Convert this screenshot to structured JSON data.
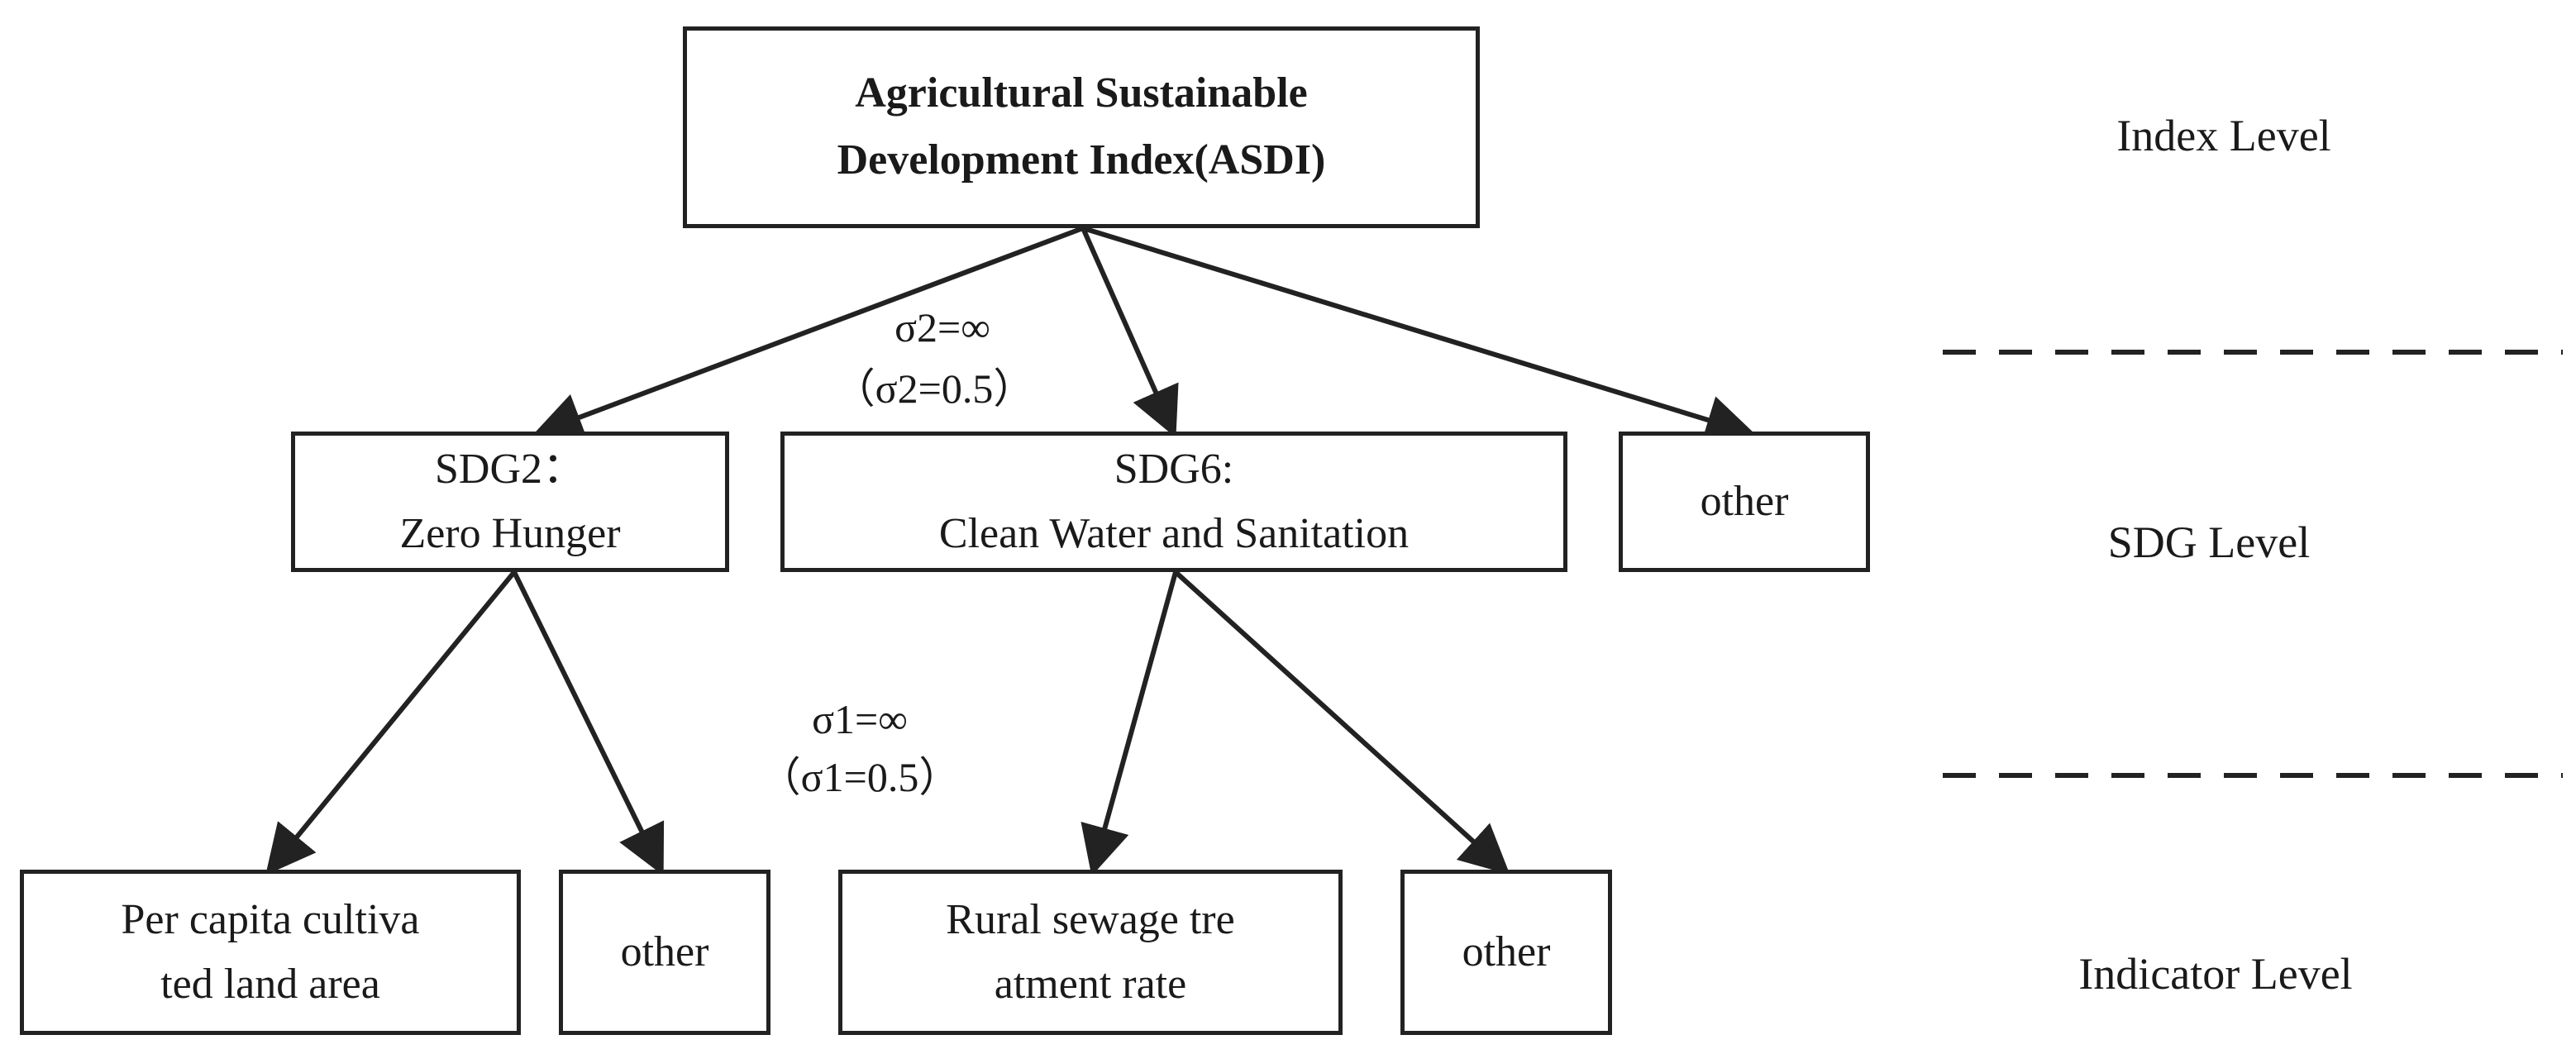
{
  "root": {
    "line1": "Agricultural Sustainable",
    "line2": "Development Index(ASDI)"
  },
  "sdg2": {
    "line1": "SDG2：",
    "line2": "Zero Hunger"
  },
  "sdg6": {
    "line1": "SDG6:",
    "line2": "Clean Water and Sanitation"
  },
  "sdg_other": {
    "label": "other"
  },
  "indicators": {
    "per_capita": {
      "line1": "Per capita cultiva",
      "line2": "ted land area"
    },
    "other_left": {
      "label": "other"
    },
    "rural_sewage": {
      "line1": "Rural sewage tre",
      "line2": "atment rate"
    },
    "other_right": {
      "label": "other"
    }
  },
  "sigma2": {
    "main": "σ2=∞",
    "alt": "（σ2=0.5）"
  },
  "sigma1": {
    "main": "σ1=∞",
    "alt": "（σ1=0.5）"
  },
  "levels": {
    "index": "Index Level",
    "sdg": "SDG Level",
    "indicator": "Indicator Level"
  },
  "colors": {
    "line": "#222222",
    "text": "#1a1a1a",
    "background": "#ffffff"
  }
}
